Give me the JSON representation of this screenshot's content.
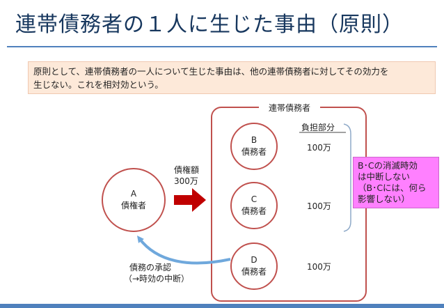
{
  "title": "連帯債務者の１人に生じた事由（原則）",
  "principle": {
    "line1": "原則として、連帯債務者の一人について生じた事由は、他の連帯債務者に対してその効力を",
    "line2": "生じない。これを相対効という。"
  },
  "group_label": "連帯債務者",
  "share_header": "負担部分",
  "creditor": {
    "id": "A",
    "role": "債権者"
  },
  "debtors": [
    {
      "id": "B",
      "role": "債務者",
      "share": "100万"
    },
    {
      "id": "C",
      "role": "債務者",
      "share": "100万"
    },
    {
      "id": "D",
      "role": "債務者",
      "share": "100万"
    }
  ],
  "claim": {
    "label": "債権額",
    "amount": "300万"
  },
  "acknowledgement": {
    "line1": "債務の承認",
    "line2": "（→時効の中断）"
  },
  "note": {
    "lines": [
      "B･Cの消滅時効",
      "は中断しない",
      "（B･Cには、何ら",
      "影響しない）"
    ]
  },
  "colors": {
    "title": "#17375e",
    "accent_rule": "#4f81bd",
    "principle_bg": "#fde9d9",
    "node_border": "#c0504d",
    "arrow_red": "#c00000",
    "arrow_blue": "#6fa8dc",
    "note_bg": "#ff80ff"
  }
}
